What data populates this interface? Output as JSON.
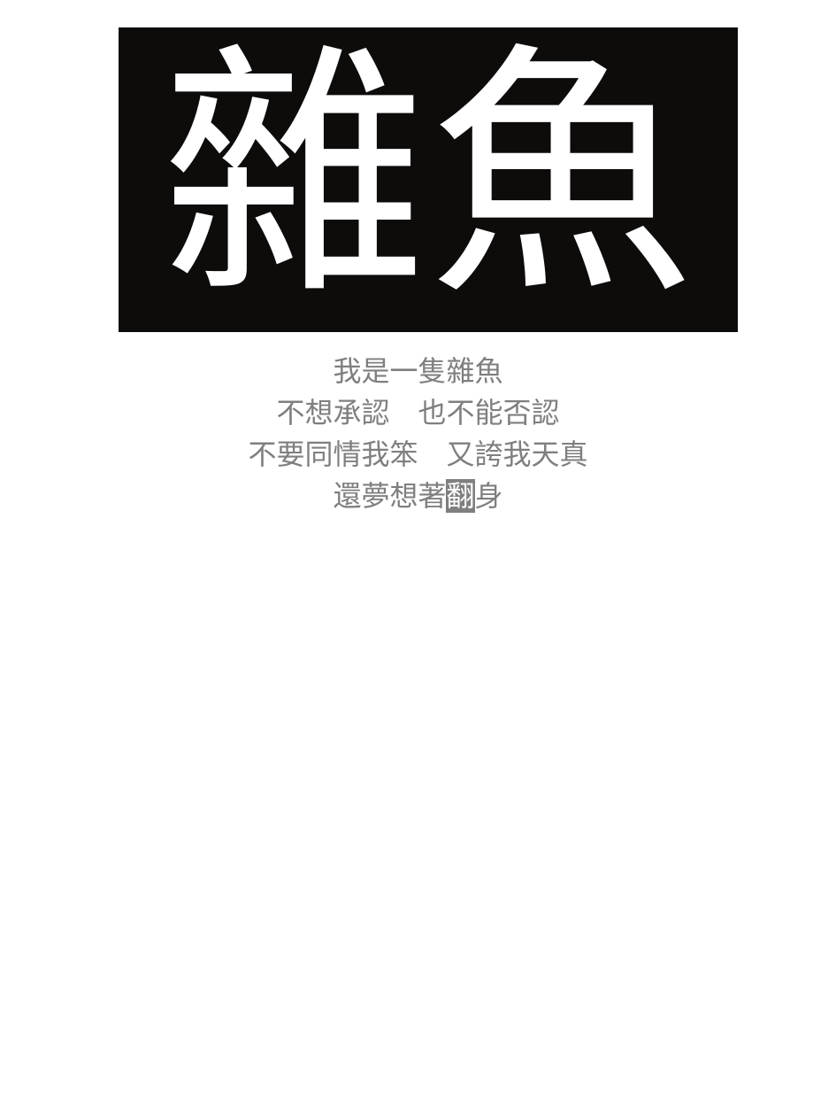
{
  "banner": {
    "title": "雜魚"
  },
  "poem": {
    "line1": "我是一隻雜魚",
    "line2": "不想承認　也不能否認",
    "line3": "不要同情我笨　又誇我天真",
    "line4_before": "還夢想著",
    "line4_highlight": "翻",
    "line4_after": "身"
  },
  "colors": {
    "banner_background": "#0e0b0b",
    "banner_text": "#ffffff",
    "poem_text": "#7f7f7f",
    "highlight_background": "#7f7f7f"
  }
}
